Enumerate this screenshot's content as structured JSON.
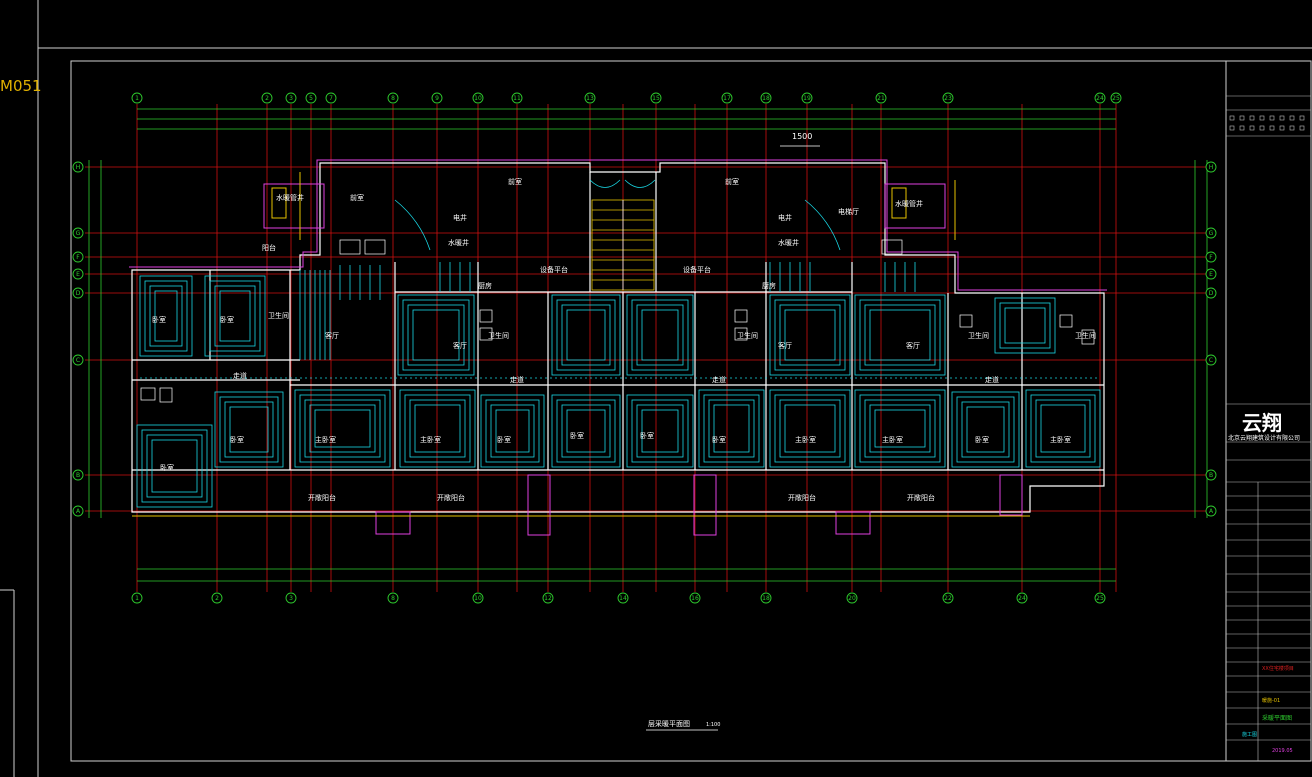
{
  "left_tag": "M051",
  "axis_numbers_top": [
    "1",
    "2",
    "3",
    "5",
    "7",
    "8",
    "9",
    "10",
    "11",
    "13",
    "15",
    "17",
    "18",
    "19",
    "21",
    "23",
    "24",
    "25"
  ],
  "axis_numbers_bottom": [
    "1",
    "2",
    "3",
    "8",
    "10",
    "12",
    "14",
    "16",
    "18",
    "20",
    "22",
    "24",
    "25"
  ],
  "axis_letters": [
    "H",
    "G",
    "F",
    "E",
    "D",
    "C",
    "B",
    "A"
  ],
  "dimension_1500": "1500",
  "rooms": {
    "front_room_left": "前室",
    "front_room_right": "前室",
    "elevator_front_left": "前室",
    "living": "客厅",
    "kitchen": "厨房",
    "bedroom": "卧室",
    "master_bedroom": "主卧室",
    "bath": "卫生间",
    "balcony": "阳台",
    "corridor": "走道",
    "pipe_well_left": "水暖管井",
    "pipe_well_right": "水暖管井",
    "equip_platform_left": "设备平台",
    "equip_platform_right": "设备平台",
    "open_balcony": "开敞阳台",
    "elec_well": "电井",
    "water_well": "水暖井",
    "elevator_hall": "电梯厅"
  },
  "drawing_title": "层采暖平面图",
  "scale": "1:100",
  "title_block": {
    "company": "云翔",
    "company_sub": "北京云翔建筑设计有限公司",
    "red_text": "XX住宅楼项目",
    "yellow_text": "暖施-01",
    "green_text": "采暖平面图",
    "cyan_text": "施工图",
    "date": "2019.05"
  }
}
